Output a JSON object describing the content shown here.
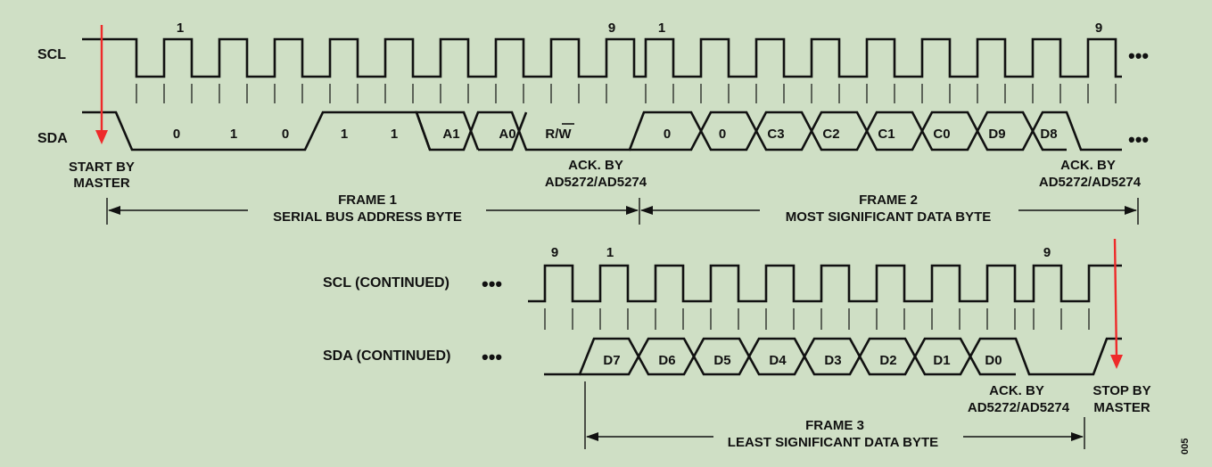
{
  "colors": {
    "background": "#cfdfc5",
    "ink": "#111111",
    "marker": "#ee2a2a"
  },
  "signals": {
    "scl": "SCL",
    "sda": "SDA",
    "scl_continued": "SCL (CONTINUED)",
    "sda_continued": "SDA (CONTINUED)",
    "ellipsis": "•••"
  },
  "clock_labels": {
    "frame1_first": "1",
    "frame1_ninth": "9",
    "frame2_first": "1",
    "frame2_ninth": "9",
    "frame3_previous_ninth": "9",
    "frame3_first": "1",
    "frame3_ninth": "9"
  },
  "frame1_bits": [
    "0",
    "1",
    "0",
    "1",
    "1",
    "A1",
    "A0",
    "R/W"
  ],
  "frame2_bits": [
    "0",
    "0",
    "C3",
    "C2",
    "C1",
    "C0",
    "D9",
    "D8"
  ],
  "frame3_bits": [
    "D7",
    "D6",
    "D5",
    "D4",
    "D3",
    "D2",
    "D1",
    "D0"
  ],
  "annotations": {
    "start": [
      "START BY",
      "MASTER"
    ],
    "ack1": [
      "ACK. BY",
      "AD5272/AD5274"
    ],
    "ack2": [
      "ACK. BY",
      "AD5272/AD5274"
    ],
    "ack3": [
      "ACK. BY",
      "AD5272/AD5274"
    ],
    "stop": [
      "STOP BY",
      "MASTER"
    ]
  },
  "frames": {
    "frame1": {
      "title": "FRAME 1",
      "subtitle": "SERIAL BUS ADDRESS BYTE"
    },
    "frame2": {
      "title": "FRAME 2",
      "subtitle": "MOST SIGNIFICANT DATA BYTE"
    },
    "frame3": {
      "title": "FRAME 3",
      "subtitle": "LEAST SIGNIFICANT DATA BYTE"
    }
  },
  "figure_number": "005"
}
